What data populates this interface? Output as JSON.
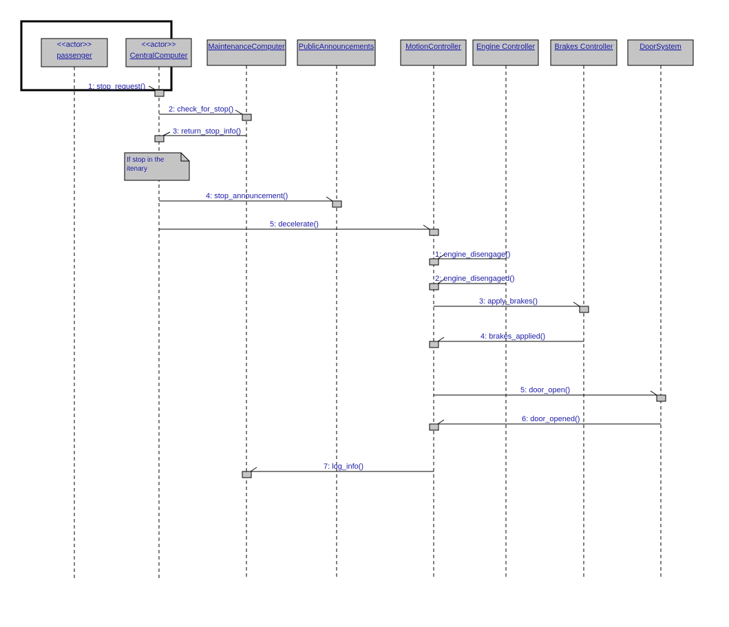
{
  "participants": [
    {
      "stereotype": "<<actor>>",
      "name": "passenger"
    },
    {
      "stereotype": "<<actor>>",
      "name": "CentralComputer"
    },
    {
      "stereotype": "",
      "name": "MaintenanceComputer"
    },
    {
      "stereotype": "",
      "name": "PublicAnnouncements"
    },
    {
      "stereotype": "",
      "name": "MotionController"
    },
    {
      "stereotype": "",
      "name": "Engine Controller"
    },
    {
      "stereotype": "",
      "name": "Brakes Controller"
    },
    {
      "stereotype": "",
      "name": "DoorSystem"
    }
  ],
  "messages": [
    {
      "label": "1: stop_request()",
      "from": 0,
      "to": 1
    },
    {
      "label": "2: check_for_stop()",
      "from": 1,
      "to": 2
    },
    {
      "label": "3: return_stop_info()",
      "from": 2,
      "to": 1
    },
    {
      "label": "4: stop_announcement()",
      "from": 1,
      "to": 3
    },
    {
      "label": "5: decelerate()",
      "from": 1,
      "to": 4
    },
    {
      "label": "1: engine_disengage()",
      "from": 5,
      "to": 4
    },
    {
      "label": "2: engine_disengaged()",
      "from": 5,
      "to": 4
    },
    {
      "label": "3: apply_brakes()",
      "from": 4,
      "to": 6
    },
    {
      "label": "4: brakes_applied()",
      "from": 6,
      "to": 4
    },
    {
      "label": "5: door_open()",
      "from": 4,
      "to": 7
    },
    {
      "label": "6: door_opened()",
      "from": 7,
      "to": 4
    },
    {
      "label": "7: log_info()",
      "from": 4,
      "to": 2
    }
  ],
  "note": {
    "lines": [
      "If stop in the",
      "itenary"
    ]
  },
  "colors": {
    "text": "#1a1aa6",
    "line": "#000000",
    "box_fill": "#c8c8c8"
  }
}
